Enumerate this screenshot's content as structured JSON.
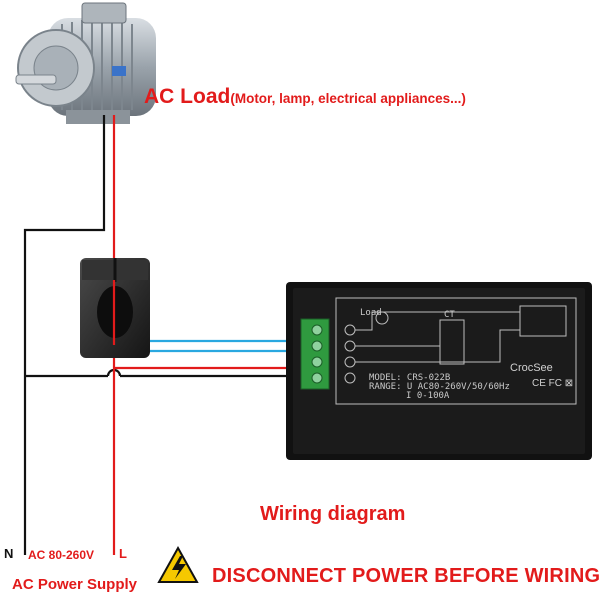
{
  "load": {
    "title": "AC Load",
    "description": "(Motor, lamp, electrical appliances...)"
  },
  "diagram_title": "Wiring diagram",
  "supply": {
    "neutral": "N",
    "range": "AC 80-260V",
    "live": "L",
    "label": "AC Power Supply"
  },
  "warning": {
    "text": "DISCONNECT POWER BEFORE WIRING",
    "icon": "high-voltage-warning-icon"
  },
  "meter": {
    "brand": "CrocSee",
    "model": "MODEL: CRS-022B",
    "range_u": "RANGE: U AC80-260V/50/60Hz",
    "range_i": "I 0-100A",
    "schematic_load": "Load",
    "schematic_ct": "CT"
  },
  "colors": {
    "live_wire": "#e21b1b",
    "neutral_wire": "#111111",
    "ct_wire": "#29a8e0",
    "terminal": "#2f9a3f",
    "label_red": "#e21b1b"
  }
}
